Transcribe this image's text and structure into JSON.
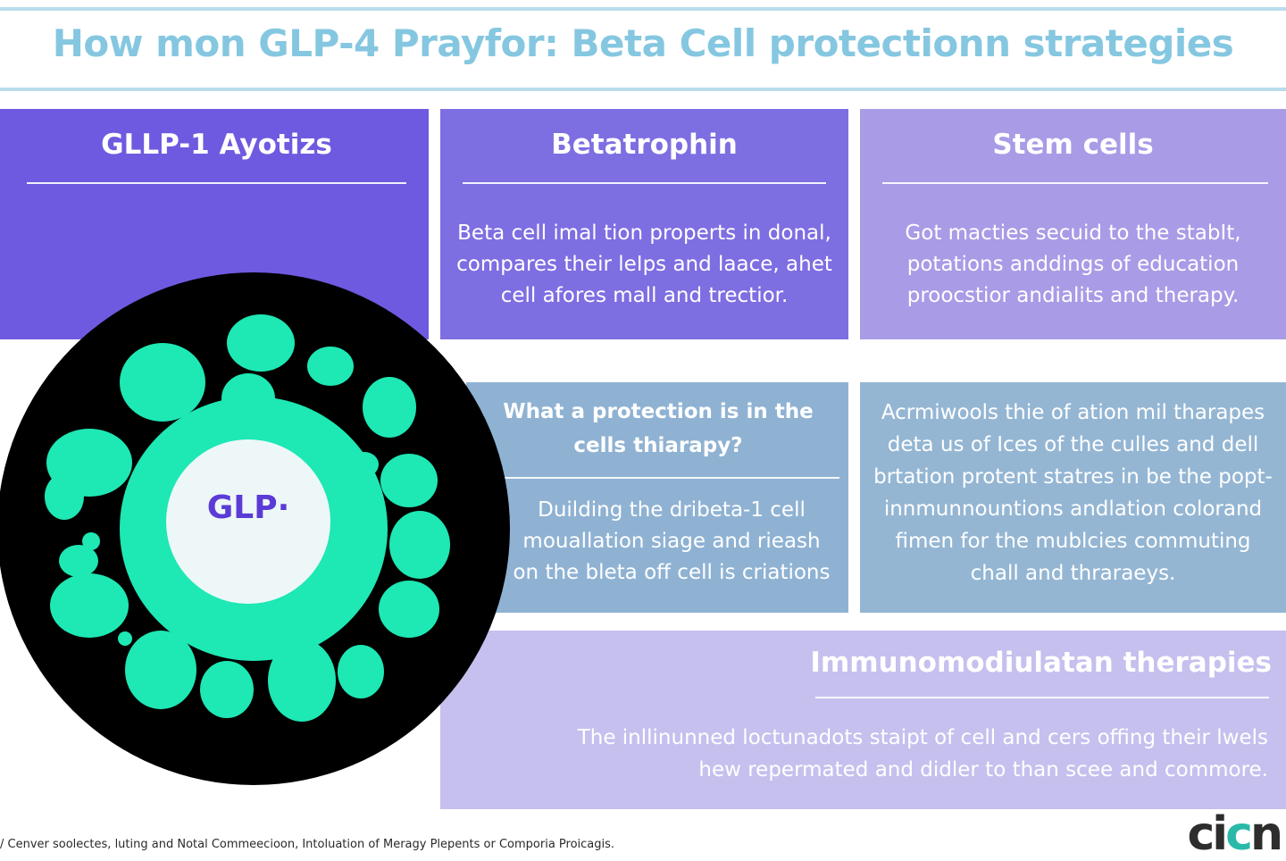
{
  "header": {
    "title": "How mon GLP-4 Prayfor: Beta Cell protectionn strategies"
  },
  "cards": {
    "glp1": {
      "heading": "GLLP-1 Ayotizs"
    },
    "betatrophin": {
      "heading": "Betatrophin",
      "body": "Beta cell imal tion properts in donal, compares their leIps and laace, ahet cell afores mall and trectior."
    },
    "stem_cells": {
      "heading": "Stem cells",
      "body": "Got macties secuid to the stabIt, potations anddings of education proocstior andialits and therapy."
    },
    "protection_question": {
      "question": "What a protection is in the cells thiarapy?",
      "body": "Duilding the dribeta-1 cell mouallation siage and rieash on the bleta off cell is criations"
    },
    "mechanisms": {
      "body": "Acrmiwools thie of ation mil tharapes deta us of Ices of the culles and dell brtation protent statres in be the popt-innmunnountions andlation colorand fimen for the mublcies commuting chall and thraraeys."
    },
    "immunomodulation": {
      "heading": "Immunomodiulatan therapies",
      "body": "The inllinunned loctunadots staipt of cell and cers offing their lwels hew repermated and didler to than scee and commore."
    }
  },
  "graphic": {
    "center_label": "GLP·",
    "colors": {
      "ring": "#000000",
      "cells": "#1ee8b4",
      "core": "#eef7f8"
    }
  },
  "footer": {
    "footnote": "/ Cenver soolectes, luting and Notal Commeecioon, Intoluation of Meragy Plepents or Comporia Proicagis.",
    "logo_main": "ci",
    "logo_accent": "c",
    "logo_tail": "n"
  },
  "colors": {
    "title": "#85c7e0",
    "purple_dark": "#6e5ae0",
    "purple_mid": "#7d6ee2",
    "purple_light": "#a99be6",
    "blue_gray": "#8fb2d3",
    "lavender": "#c5c0ee"
  }
}
